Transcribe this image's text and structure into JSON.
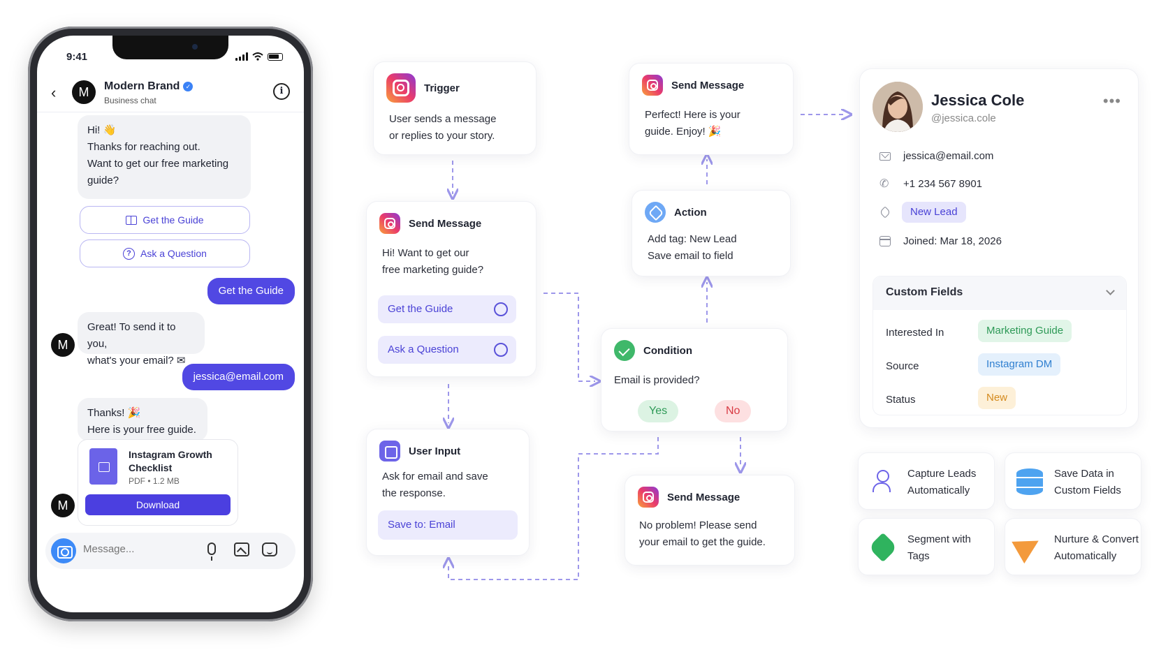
{
  "phone": {
    "time": "9:41",
    "brand_name": "Modern Brand",
    "brand_sub": "Business chat",
    "avatar_letter": "M",
    "msg1": [
      "Hi! 👋",
      "Thanks for reaching out.",
      "Want to get our free marketing",
      "guide?"
    ],
    "quick_reply_1": "Get the Guide",
    "quick_reply_2": "Ask a Question",
    "out1": "Get the Guide",
    "msg2": [
      "Great! To send it to you,",
      "what's your email? ✉"
    ],
    "out2": "jessica@email.com",
    "msg3": [
      "Thanks! 🎉",
      "Here is your free guide."
    ],
    "file_title": "Instagram Growth Checklist",
    "file_meta": "PDF • 1.2 MB",
    "download": "Download",
    "composer_placeholder": "Message..."
  },
  "flow": {
    "trigger": {
      "title": "Trigger",
      "body": [
        "User sends a message",
        "or replies to your story."
      ]
    },
    "send1": {
      "title": "Send Message",
      "body": [
        "Hi! Want to get our",
        "free marketing guide?"
      ],
      "opt1": "Get the Guide",
      "opt2": "Ask a Question"
    },
    "input": {
      "title": "User Input",
      "body": [
        "Ask for email and save",
        "the response."
      ],
      "save": "Save to: Email"
    },
    "send2": {
      "title": "Send Message",
      "body": [
        "Perfect! Here is your",
        "guide. Enjoy! 🎉"
      ]
    },
    "action": {
      "title": "Action",
      "body": [
        "Add tag: New Lead",
        "Save email to field"
      ]
    },
    "condition": {
      "title": "Condition",
      "body": "Email is provided?",
      "yes": "Yes",
      "no": "No"
    },
    "send3": {
      "title": "Send Message",
      "body": [
        "No problem! Please send",
        "your email to get the guide."
      ]
    }
  },
  "profile": {
    "name": "Jessica Cole",
    "handle": "@jessica.cole",
    "email": "jessica@email.com",
    "phone": "+1 234 567 8901",
    "tag": "New Lead",
    "joined": "Joined: Mar 18, 2026",
    "custom_fields_title": "Custom Fields",
    "fields": [
      {
        "label": "Interested In",
        "value": "Marketing Guide",
        "bg": "#e1f5e8",
        "fg": "#2e9a57"
      },
      {
        "label": "Source",
        "value": "Instagram DM",
        "bg": "#e4f0fc",
        "fg": "#2f7fd0"
      },
      {
        "label": "Status",
        "value": "New",
        "bg": "#fdf0d8",
        "fg": "#d48a1d"
      }
    ]
  },
  "features": [
    {
      "line1": "Capture Leads",
      "line2": "Automatically",
      "icon": "user-add-icon"
    },
    {
      "line1": "Save Data in",
      "line2": "Custom Fields",
      "icon": "database-icon"
    },
    {
      "line1": "Segment with",
      "line2": "Tags",
      "icon": "tag-icon"
    },
    {
      "line1": "Nurture & Convert",
      "line2": "Automatically",
      "icon": "send-icon"
    }
  ],
  "colors": {
    "accent": "#5148e3",
    "yes": "#2e9a57",
    "no": "#d83b44",
    "connector": "#9d97ea"
  }
}
